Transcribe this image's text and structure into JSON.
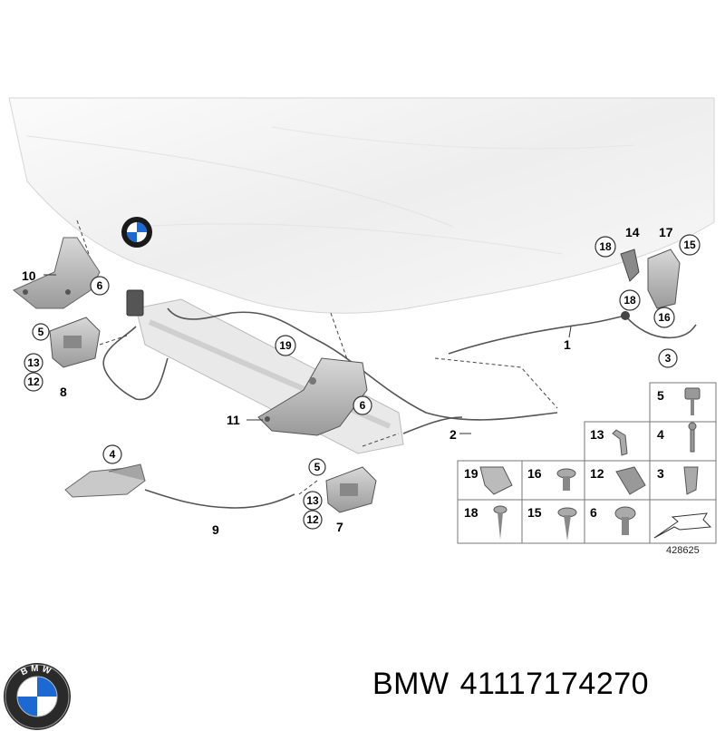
{
  "diagram": {
    "drawing_number": "428625",
    "part_labels": [
      {
        "id": "1",
        "label": "1"
      },
      {
        "id": "2",
        "label": "2"
      },
      {
        "id": "3",
        "label": "3"
      },
      {
        "id": "4",
        "label": "4"
      },
      {
        "id": "5a",
        "label": "5"
      },
      {
        "id": "5b",
        "label": "5"
      },
      {
        "id": "6a",
        "label": "6"
      },
      {
        "id": "6b",
        "label": "6"
      },
      {
        "id": "7",
        "label": "7"
      },
      {
        "id": "8",
        "label": "8"
      },
      {
        "id": "9",
        "label": "9"
      },
      {
        "id": "10",
        "label": "10"
      },
      {
        "id": "11",
        "label": "11"
      },
      {
        "id": "12a",
        "label": "12"
      },
      {
        "id": "12b",
        "label": "12"
      },
      {
        "id": "13a",
        "label": "13"
      },
      {
        "id": "13b",
        "label": "13"
      },
      {
        "id": "14",
        "label": "14"
      },
      {
        "id": "15",
        "label": "15"
      },
      {
        "id": "16",
        "label": "16"
      },
      {
        "id": "17",
        "label": "17"
      },
      {
        "id": "18a",
        "label": "18"
      },
      {
        "id": "18b",
        "label": "18"
      },
      {
        "id": "19",
        "label": "19"
      }
    ],
    "hardware_grid": [
      {
        "label": "5"
      },
      {
        "label": "13"
      },
      {
        "label": "4"
      },
      {
        "label": "19"
      },
      {
        "label": "16"
      },
      {
        "label": "12"
      },
      {
        "label": "3"
      },
      {
        "label": "18"
      },
      {
        "label": "15"
      },
      {
        "label": "6"
      }
    ]
  },
  "footer": {
    "brand": "BMW",
    "part_number": "41117174270",
    "logo_letters": "BMW"
  },
  "colors": {
    "bmw_blue": "#1c69d4",
    "line": "#333333",
    "part_gray": "#b8b8b8",
    "hood": "#f2f2f2"
  }
}
